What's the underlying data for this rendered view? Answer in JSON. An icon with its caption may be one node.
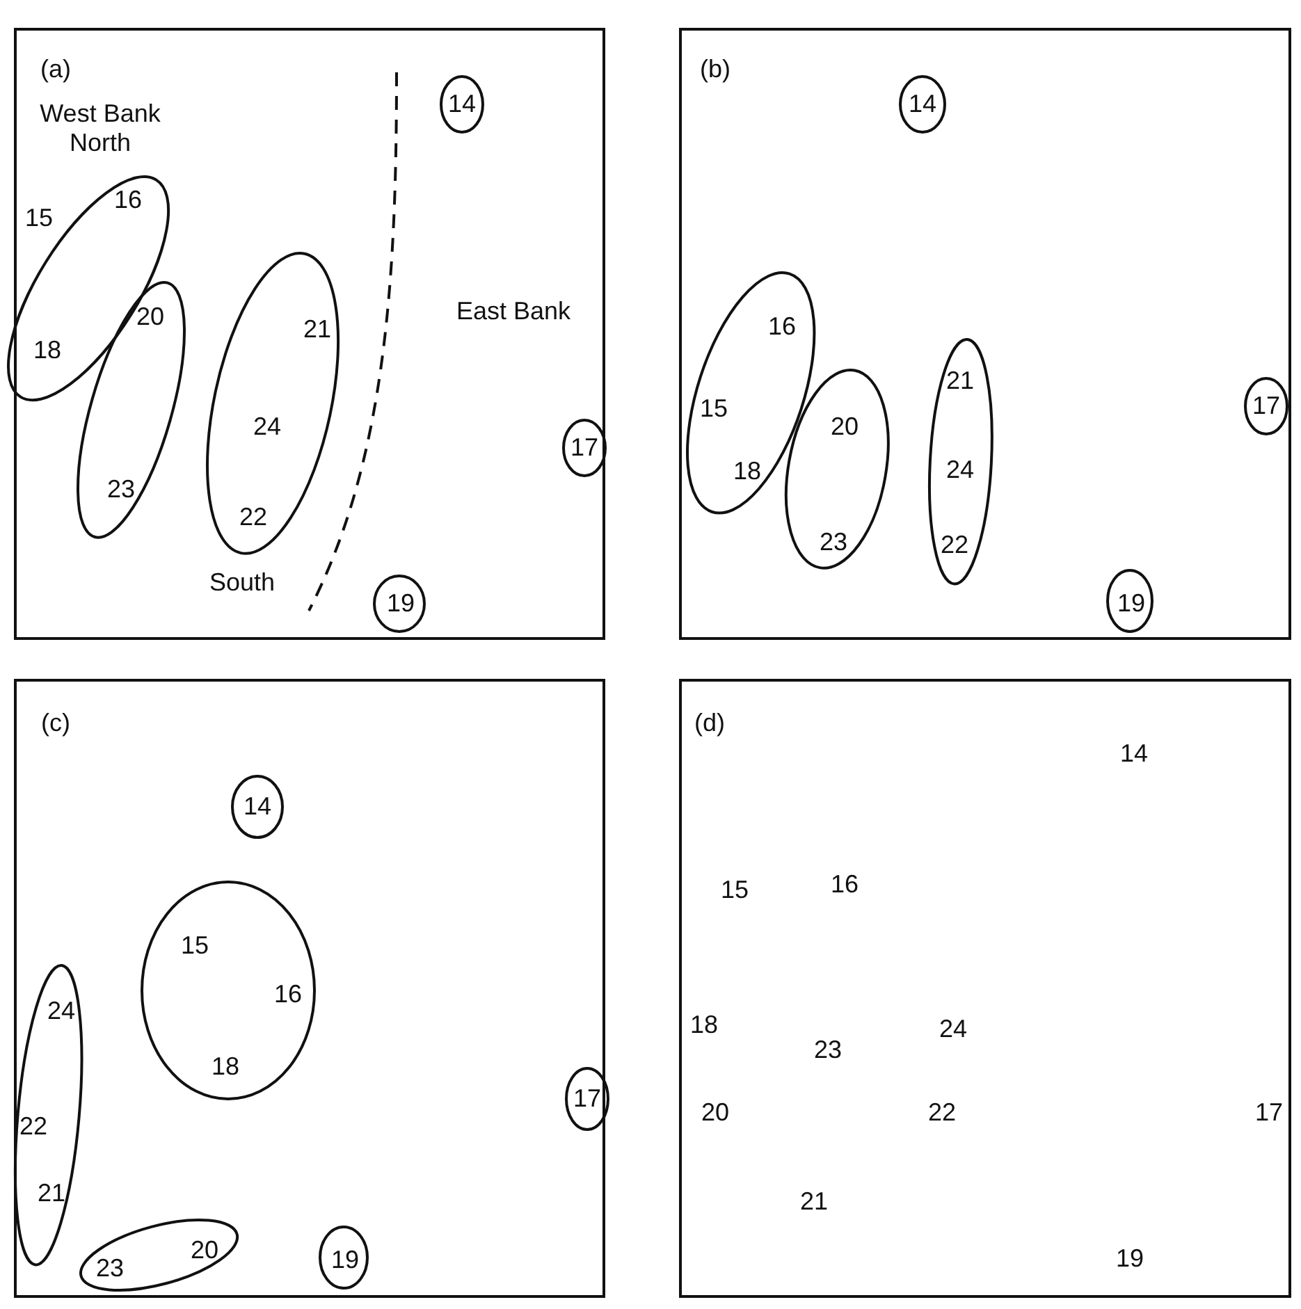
{
  "diagram": {
    "nodes": [
      {
        "text": [
          "(a)",
          "West Bank North",
          "East Bank",
          "South"
        ]
      },
      {
        "text": [
          "14"
        ],
        "in": 0
      },
      {
        "text": [
          "15",
          "16",
          "18"
        ],
        "in": 0
      },
      {
        "text": [
          "20",
          "23"
        ],
        "in": 0
      },
      {
        "text": [
          "21",
          "24",
          "22"
        ],
        "in": 0
      },
      {
        "text": [
          "17"
        ],
        "in": 0
      },
      {
        "text": [
          "19"
        ],
        "in": 0
      },
      {
        "text": [
          "(b)"
        ]
      },
      {
        "text": [
          "14"
        ],
        "in": 7
      },
      {
        "text": [
          "16",
          "15",
          "18"
        ],
        "in": 7
      },
      {
        "text": [
          "20",
          "23"
        ],
        "in": 7
      },
      {
        "text": [
          "21",
          "24",
          "22"
        ],
        "in": 7
      },
      {
        "text": [
          "17"
        ],
        "in": 7
      },
      {
        "text": [
          "19"
        ],
        "in": 7
      },
      {
        "text": [
          "(c)"
        ]
      },
      {
        "text": [
          "14"
        ],
        "in": 14
      },
      {
        "text": [
          "15",
          "16",
          "18"
        ],
        "in": 14
      },
      {
        "text": [
          "24",
          "22",
          "21"
        ],
        "in": 14
      },
      {
        "text": [
          "17"
        ],
        "in": 14
      },
      {
        "text": [
          "23",
          "20"
        ],
        "in": 14
      },
      {
        "text": [
          "19"
        ],
        "in": 14
      },
      {
        "text": [
          "(d)",
          "14",
          "15",
          "16",
          "18",
          "24",
          "23",
          "20",
          "22",
          "17",
          "21",
          "19"
        ]
      }
    ],
    "edges": []
  }
}
